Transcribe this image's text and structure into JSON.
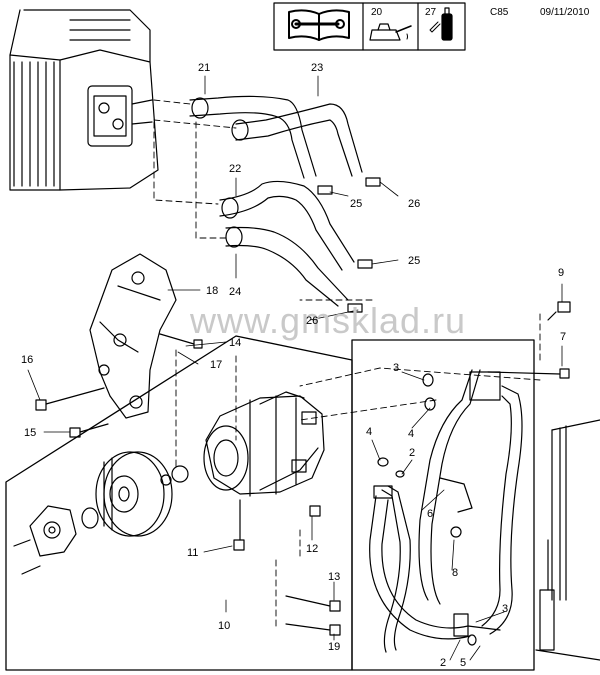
{
  "header": {
    "page_code": "C85",
    "date": "09/11/2010",
    "consumable_1": "20",
    "consumable_2": "27"
  },
  "watermark": "www.gmsklad.ru",
  "callouts": {
    "c21": "21",
    "c23": "23",
    "c22": "22",
    "c24": "24",
    "c25a": "25",
    "c26a": "26",
    "c25b": "25",
    "c18": "18",
    "c26b": "26",
    "c9": "9",
    "c14": "14",
    "c7": "7",
    "c16": "16",
    "c17": "17",
    "c3a": "3",
    "c4a": "4",
    "c15": "15",
    "c4b": "4",
    "c2a": "2",
    "c6": "6",
    "c8": "8",
    "c11": "11",
    "c12": "12",
    "c13": "13",
    "c10": "10",
    "c19": "19",
    "c3b": "3",
    "c2b": "2",
    "c5": "5"
  },
  "icons": [
    "repair-manual-wrench-icon",
    "oil-can-icon",
    "lubricant-bottle-icon"
  ]
}
